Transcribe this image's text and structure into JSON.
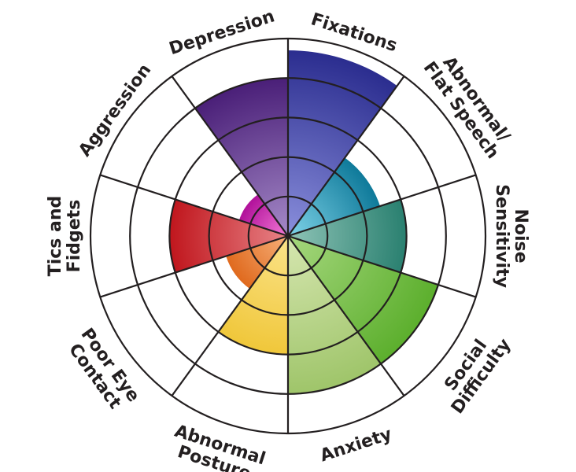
{
  "chart_data": {
    "type": "polar-area",
    "title": "",
    "scale": {
      "min": 0,
      "max": 5,
      "rings": 5
    },
    "categories": [
      {
        "label": [
          "Fixations"
        ],
        "value": 4.7,
        "inner": "#8a8fdc",
        "outer": "#2b2d8f"
      },
      {
        "label": [
          "Abnormal/",
          "Flat Speech"
        ],
        "value": 2.45,
        "inner": "#7fd3e8",
        "outer": "#0f7a9a"
      },
      {
        "label": [
          "Noise",
          "Sensitivity"
        ],
        "value": 3,
        "inner": "#8fc4b7",
        "outer": "#2a8070"
      },
      {
        "label": [
          "Social",
          "Difficulty"
        ],
        "value": 4,
        "inner": "#a6d77e",
        "outer": "#5caf2d"
      },
      {
        "label": [
          "Anxiety"
        ],
        "value": 4,
        "inner": "#d6e6b0",
        "outer": "#9fc56a"
      },
      {
        "label": [
          "Abnormal",
          "Posture"
        ],
        "value": 3,
        "inner": "#fbe38a",
        "outer": "#f0c73a"
      },
      {
        "label": [
          "Poor Eye",
          "Contact"
        ],
        "value": 1.65,
        "inner": "#f6b07a",
        "outer": "#e06a1e"
      },
      {
        "label": [
          "Tics and",
          "Fidgets"
        ],
        "value": 3,
        "inner": "#e88488",
        "outer": "#c0161d"
      },
      {
        "label": [
          "Aggression"
        ],
        "value": 1.3,
        "inner": "#f37ad6",
        "outer": "#b1119a"
      },
      {
        "label": [
          "Depression"
        ],
        "value": 4,
        "inner": "#a58ac8",
        "outer": "#4a1f78"
      }
    ]
  }
}
